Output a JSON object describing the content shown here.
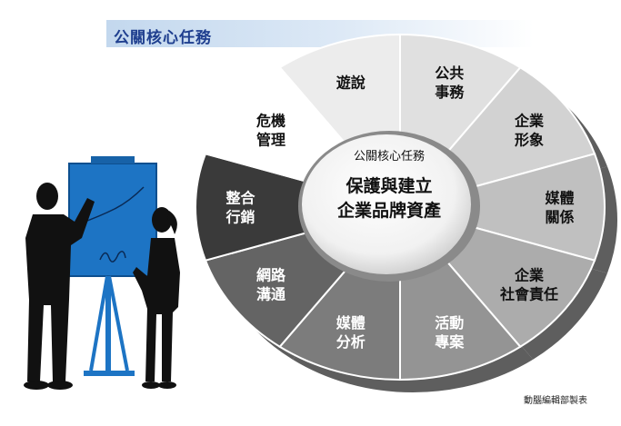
{
  "header": {
    "title": "公關核心任務"
  },
  "hub": {
    "label": "公關核心任務",
    "line1": "保護與建立",
    "line2": "企業品牌資產"
  },
  "segments": [
    {
      "lines": [
        "遊說"
      ],
      "fill": "#ececec",
      "text": "#111111"
    },
    {
      "lines": [
        "公共",
        "事務"
      ],
      "fill": "#e0e0e0",
      "text": "#111111"
    },
    {
      "lines": [
        "企業",
        "形象"
      ],
      "fill": "#d2d2d2",
      "text": "#111111"
    },
    {
      "lines": [
        "媒體",
        "關係"
      ],
      "fill": "#c0c0c0",
      "text": "#111111"
    },
    {
      "lines": [
        "企業",
        "社會責任"
      ],
      "fill": "#acacac",
      "text": "#111111"
    },
    {
      "lines": [
        "活動",
        "專案"
      ],
      "fill": "#949494",
      "text": "#ffffff"
    },
    {
      "lines": [
        "媒體",
        "分析"
      ],
      "fill": "#7c7c7c",
      "text": "#ffffff"
    },
    {
      "lines": [
        "網路",
        "溝通"
      ],
      "fill": "#646464",
      "text": "#ffffff"
    },
    {
      "lines": [
        "整合",
        "行銷"
      ],
      "fill": "#3a3a3a",
      "text": "#ffffff"
    },
    {
      "lines": [
        "危機",
        "管理"
      ],
      "fill": "#ffffff",
      "text": "#111111"
    }
  ],
  "credit": "動腦編輯部製表"
}
